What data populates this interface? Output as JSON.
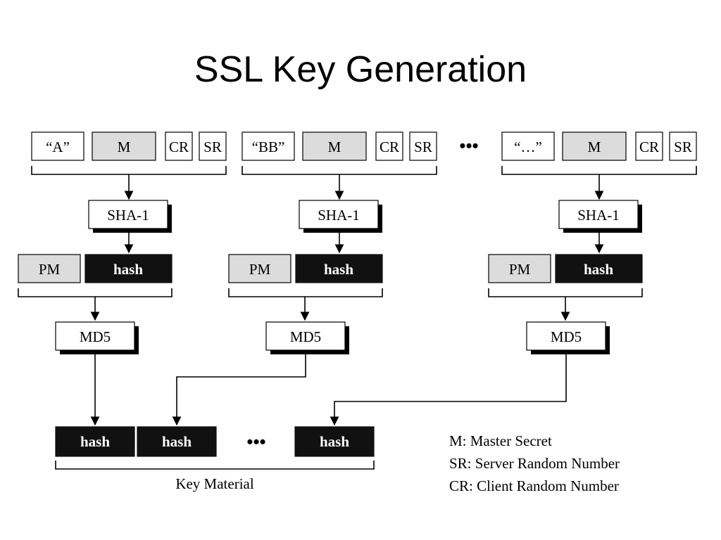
{
  "title": "SSL Key Generation",
  "blocks": [
    {
      "label": "“A”"
    },
    {
      "label": "“BB”"
    },
    {
      "label": "“…”"
    }
  ],
  "labels": {
    "master": "M",
    "client_random": "CR",
    "server_random": "SR",
    "sha": "SHA-1",
    "pre_master": "PM",
    "hash": "hash",
    "md5": "MD5",
    "ellipsis": "•••",
    "key_material": "Key Material"
  },
  "legend": [
    "M: Master Secret",
    "SR: Server Random Number",
    "CR: Client Random Number"
  ]
}
